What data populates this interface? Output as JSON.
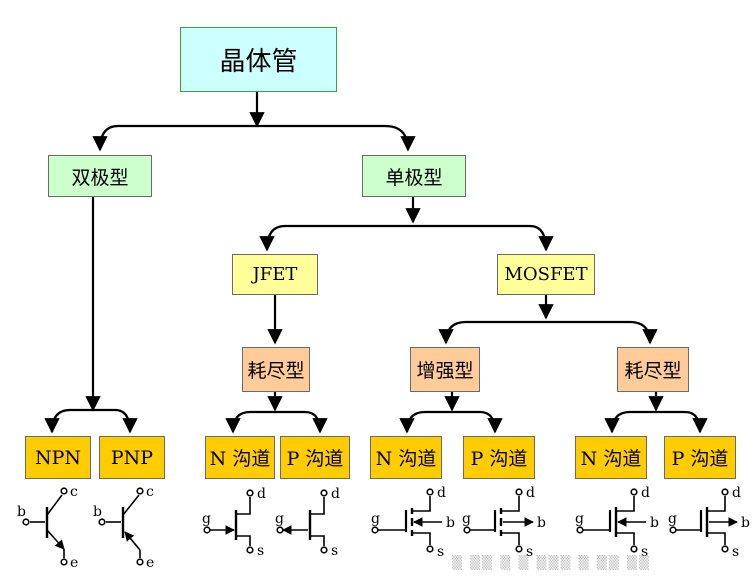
{
  "diagram": {
    "root": "晶体管",
    "bipolar": "双极型",
    "unipolar": "单极型",
    "jfet": "JFET",
    "mosfet": "MOSFET",
    "jfet_depletion": "耗尽型",
    "mos_enhancement": "增强型",
    "mos_depletion": "耗尽型",
    "npn": "NPN",
    "pnp": "PNP",
    "jfet_n": "N 沟道",
    "jfet_p": "P 沟道",
    "enh_n": "N 沟道",
    "enh_p": "P 沟道",
    "dep_n": "N 沟道",
    "dep_p": "P 沟道"
  },
  "terminals": {
    "collector": "c",
    "base": "b",
    "emitter": "e",
    "drain": "d",
    "gate": "g",
    "source": "s"
  },
  "colors": {
    "root_fill": "#ccffff",
    "category_fill": "#ccffcc",
    "fet_type_fill": "#ffff99",
    "mode_fill": "#ffcc99",
    "leaf_fill": "#ffcc00"
  }
}
